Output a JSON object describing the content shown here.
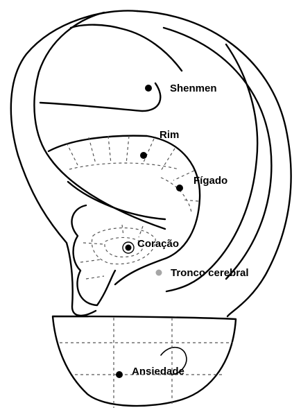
{
  "points": [
    {
      "id": "shenmen",
      "label": "Shenmen",
      "style": "filled"
    },
    {
      "id": "rim",
      "label": "Rim",
      "style": "filled"
    },
    {
      "id": "figado",
      "label": "Fígado",
      "style": "filled"
    },
    {
      "id": "coracao",
      "label": "Coração",
      "style": "ringed"
    },
    {
      "id": "tronco",
      "label": "Tronco cerebral",
      "style": "gray"
    },
    {
      "id": "ansiedade",
      "label": "Ansiedade",
      "style": "filled"
    }
  ],
  "colors": {
    "line": "#000000",
    "dashed": "#555555",
    "dot": "#000000",
    "gray_dot": "#a6a6a6",
    "background": "#ffffff"
  }
}
